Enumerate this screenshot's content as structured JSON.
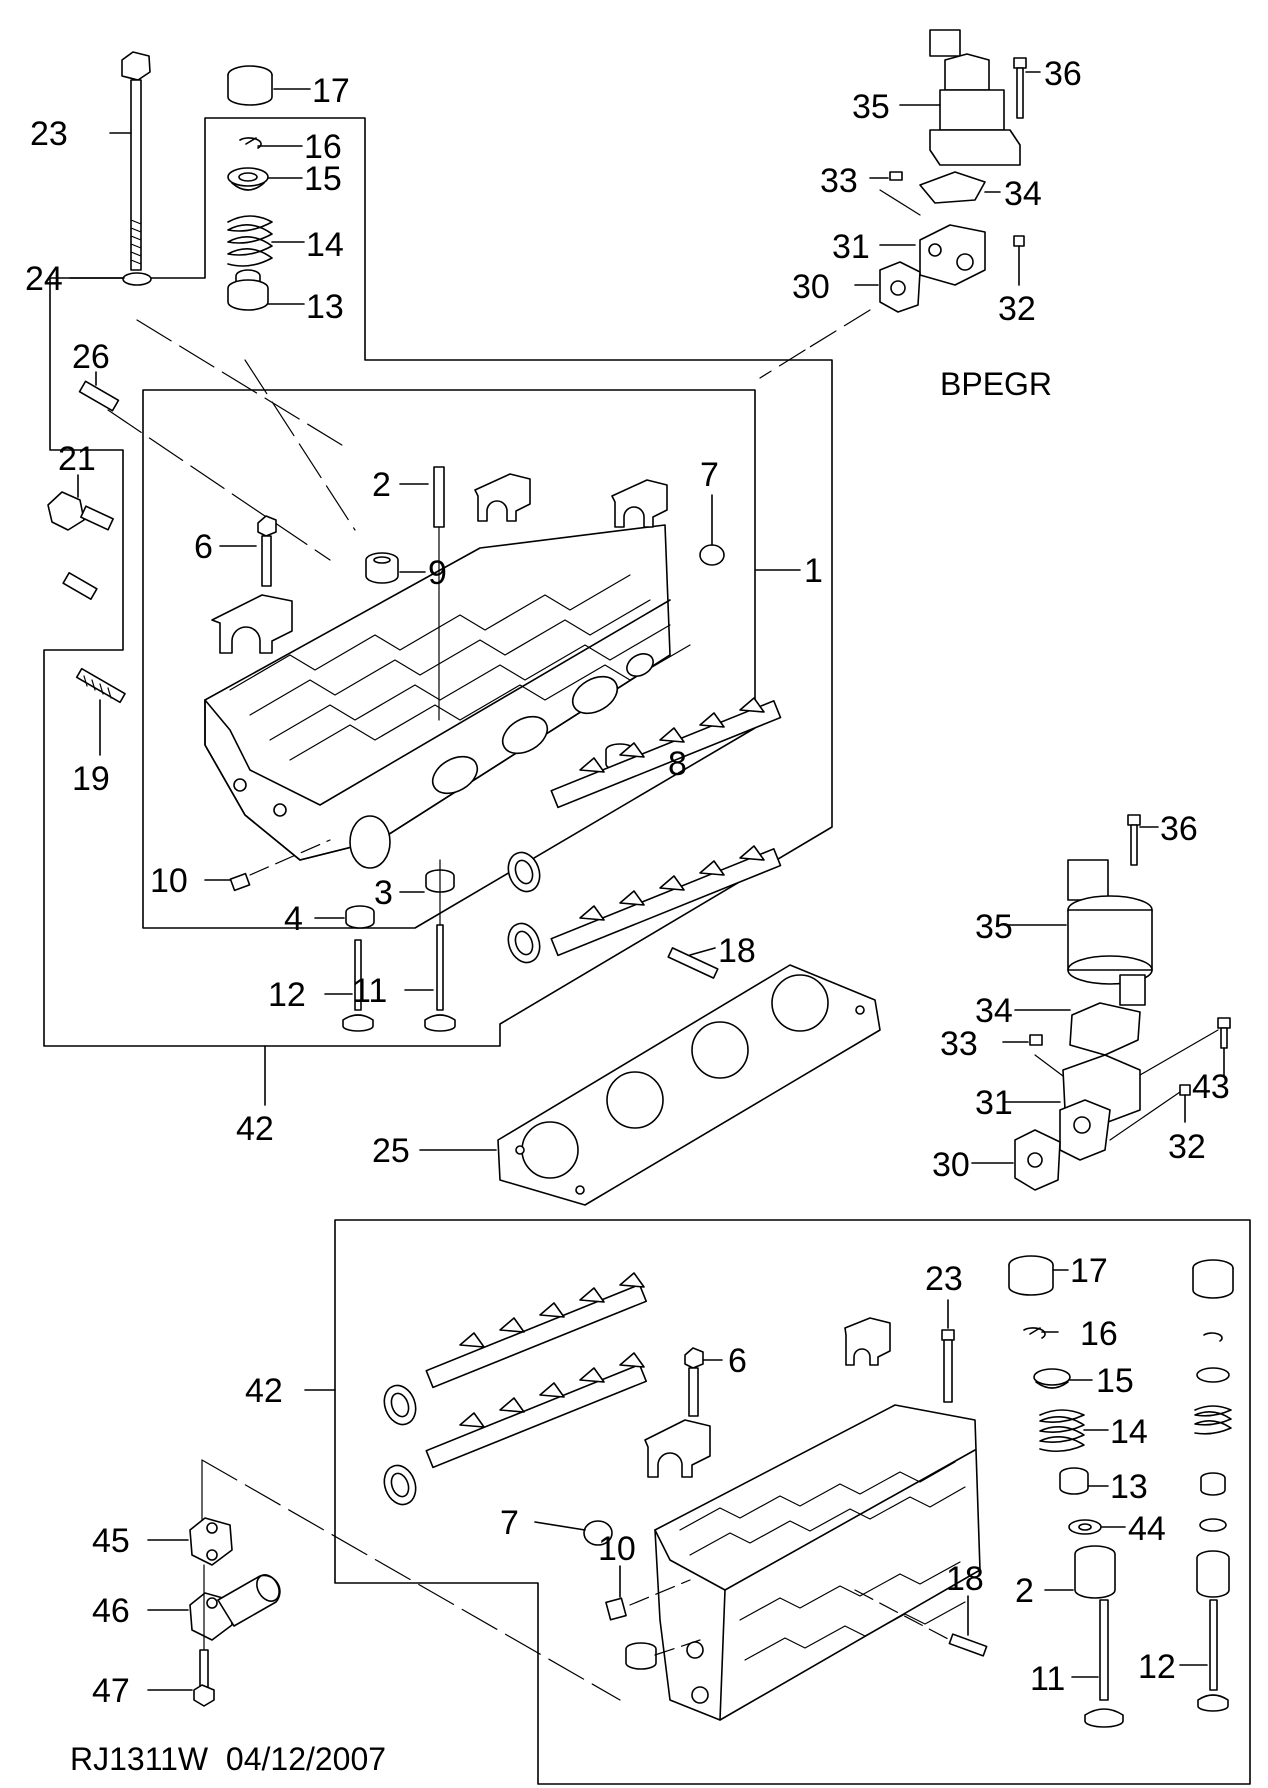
{
  "callouts": [
    {
      "id": "c23a",
      "label": "23"
    },
    {
      "id": "c17a",
      "label": "17"
    },
    {
      "id": "c16a",
      "label": "16"
    },
    {
      "id": "c15a",
      "label": "15"
    },
    {
      "id": "c14a",
      "label": "14"
    },
    {
      "id": "c13a",
      "label": "13"
    },
    {
      "id": "c24",
      "label": "24"
    },
    {
      "id": "c26",
      "label": "26"
    },
    {
      "id": "c21",
      "label": "21"
    },
    {
      "id": "c2a",
      "label": "2"
    },
    {
      "id": "c7a",
      "label": "7"
    },
    {
      "id": "c6a",
      "label": "6"
    },
    {
      "id": "c9",
      "label": "9"
    },
    {
      "id": "c1",
      "label": "1"
    },
    {
      "id": "c19",
      "label": "19"
    },
    {
      "id": "c8",
      "label": "8"
    },
    {
      "id": "c10a",
      "label": "10"
    },
    {
      "id": "c3",
      "label": "3"
    },
    {
      "id": "c4",
      "label": "4"
    },
    {
      "id": "c12a",
      "label": "12"
    },
    {
      "id": "c11a",
      "label": "11"
    },
    {
      "id": "c18a",
      "label": "18"
    },
    {
      "id": "c42a",
      "label": "42"
    },
    {
      "id": "c25",
      "label": "25"
    },
    {
      "id": "c36a",
      "label": "36"
    },
    {
      "id": "c35a",
      "label": "35"
    },
    {
      "id": "c33a",
      "label": "33"
    },
    {
      "id": "c34a",
      "label": "34"
    },
    {
      "id": "c31a",
      "label": "31"
    },
    {
      "id": "c30a",
      "label": "30"
    },
    {
      "id": "c32a",
      "label": "32"
    },
    {
      "id": "c36b",
      "label": "36"
    },
    {
      "id": "c35b",
      "label": "35"
    },
    {
      "id": "c34b",
      "label": "34"
    },
    {
      "id": "c33b",
      "label": "33"
    },
    {
      "id": "c43",
      "label": "43"
    },
    {
      "id": "c31b",
      "label": "31"
    },
    {
      "id": "c32b",
      "label": "32"
    },
    {
      "id": "c30b",
      "label": "30"
    },
    {
      "id": "c42b",
      "label": "42"
    },
    {
      "id": "c23b",
      "label": "23"
    },
    {
      "id": "c17b",
      "label": "17"
    },
    {
      "id": "c16b",
      "label": "16"
    },
    {
      "id": "c15b",
      "label": "15"
    },
    {
      "id": "c14b",
      "label": "14"
    },
    {
      "id": "c13b",
      "label": "13"
    },
    {
      "id": "c44",
      "label": "44"
    },
    {
      "id": "c6b",
      "label": "6"
    },
    {
      "id": "c7b",
      "label": "7"
    },
    {
      "id": "c10b",
      "label": "10"
    },
    {
      "id": "c18b",
      "label": "18"
    },
    {
      "id": "c2b",
      "label": "2"
    },
    {
      "id": "c11b",
      "label": "11"
    },
    {
      "id": "c12b",
      "label": "12"
    },
    {
      "id": "c45",
      "label": "45"
    },
    {
      "id": "c46",
      "label": "46"
    },
    {
      "id": "c47",
      "label": "47"
    }
  ],
  "variant_label": "BPEGR",
  "footer_code": "RJ1311W  04/12/2007"
}
